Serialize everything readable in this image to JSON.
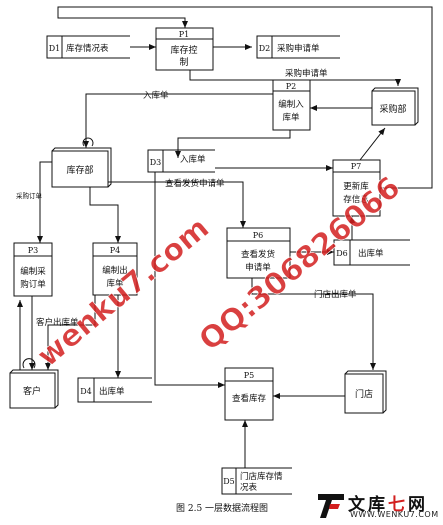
{
  "processes": {
    "p1": {
      "id": "P1",
      "name_1": "库存控",
      "name_2": "制"
    },
    "p2": {
      "id": "P2",
      "name_1": "编制入",
      "name_2": "库单"
    },
    "p3": {
      "id": "P3",
      "name_1": "编制采",
      "name_2": "购订单"
    },
    "p4": {
      "id": "P4",
      "name_1": "编制出",
      "name_2": "库单"
    },
    "p5": {
      "id": "P5",
      "name_1": "查看库存"
    },
    "p6": {
      "id": "P6",
      "name_1": "查看发货",
      "name_2": "申请单"
    },
    "p7": {
      "id": "P7",
      "name_1": "更新库",
      "name_2": "存信息"
    }
  },
  "stores": {
    "d1": {
      "id": "D1",
      "name": "库存情况表"
    },
    "d2": {
      "id": "D2",
      "name": "采购申请单"
    },
    "d3": {
      "id": "D3",
      "name": "入库单"
    },
    "d4": {
      "id": "D4",
      "name": "出库单"
    },
    "d5": {
      "id": "D5",
      "name_1": "门店库存情",
      "name_2": "况表"
    },
    "d6": {
      "id": "D6",
      "name": "出库单"
    }
  },
  "entities": {
    "warehouse": "库存部",
    "purchasing": "采购部",
    "customer": "客户",
    "store": "门店"
  },
  "flows": {
    "purchase_request": "采购申请单",
    "inbound": "入库单",
    "view_delivery": "查看发货申请单",
    "purchase_order": "采购订单",
    "customer_outbound": "客户出库单",
    "store_outbound": "门店出库单"
  },
  "caption": "图 2.5  一层数据流程图",
  "watermark": {
    "text_1": "wenku7.com",
    "text_2": "QQ:306826066",
    "color": "#d21f1f"
  },
  "logo": {
    "brand_1": "文库",
    "brand_2": "七",
    "brand_3": "网",
    "url": "WWW.WENKU7.COM"
  }
}
